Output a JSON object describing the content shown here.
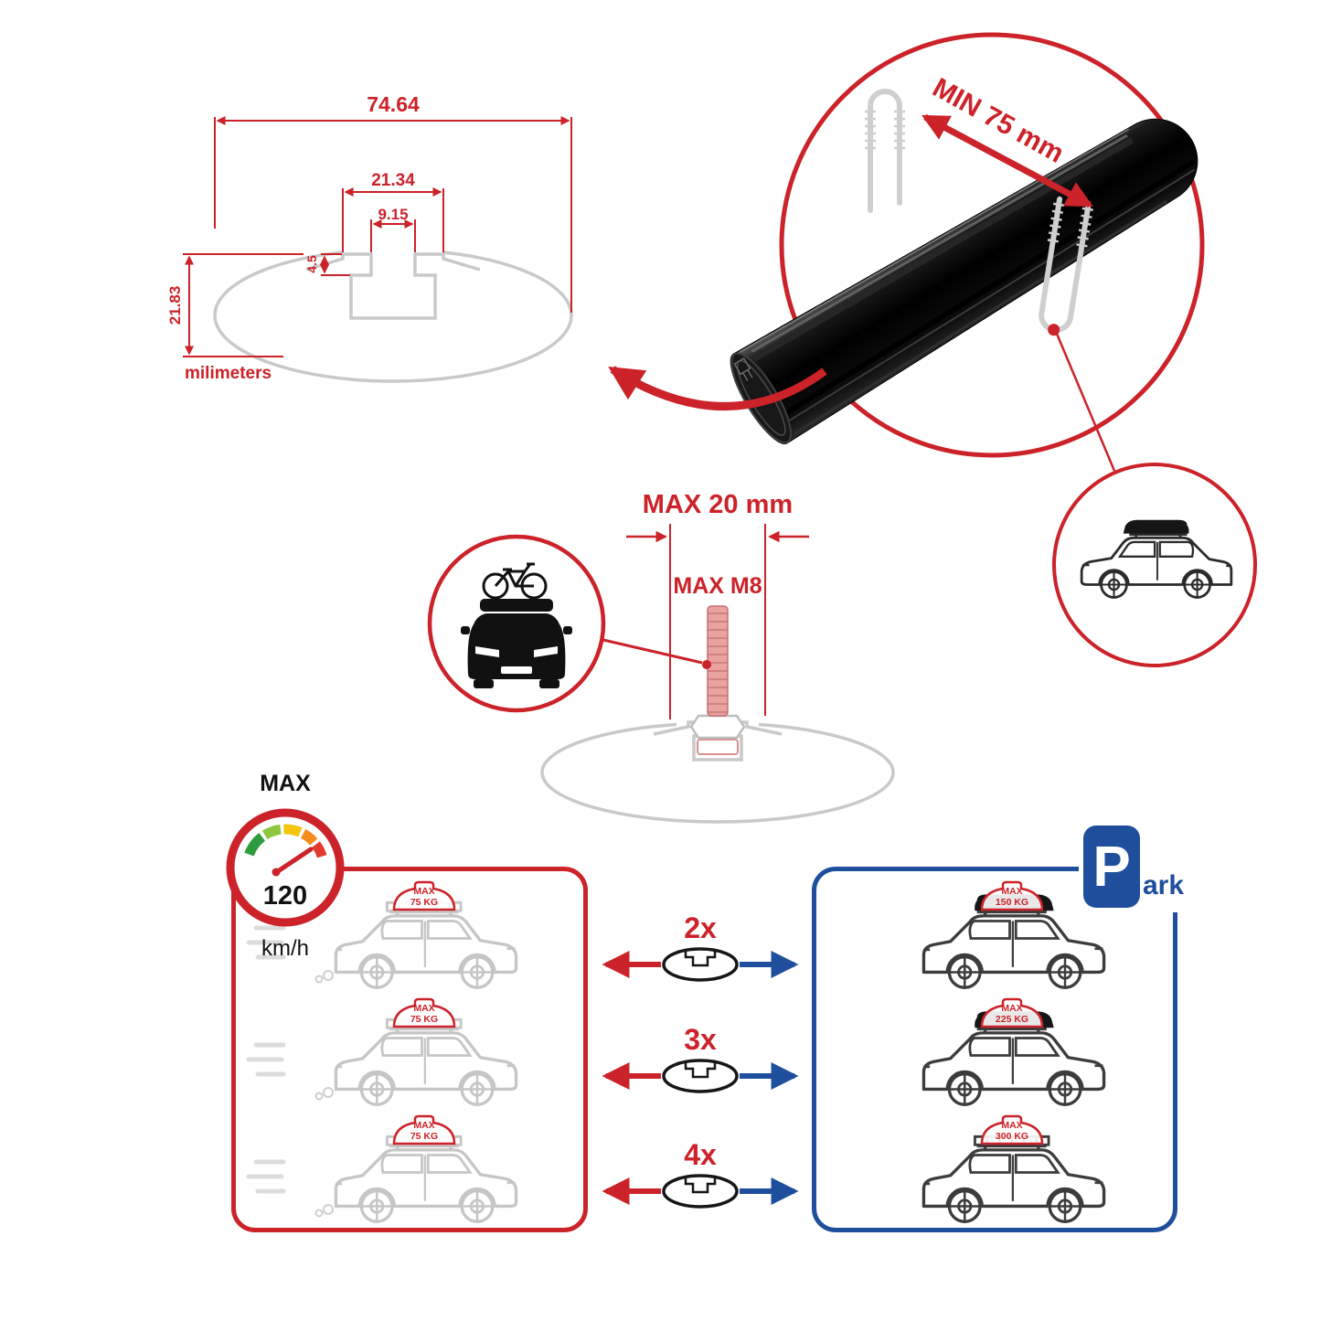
{
  "colors": {
    "red": "#cc2229",
    "blue": "#1f4e9c",
    "gray": "#c9c9c9",
    "dark": "#111111"
  },
  "dimensions": {
    "total_width": "74.64",
    "channel_width": "21.34",
    "slot_width": "9.15",
    "lip_depth": "4.5",
    "total_height": "21.83",
    "units": "milimeters"
  },
  "clamp": {
    "min_label": "MIN 75 mm"
  },
  "bolt": {
    "length_label": "MAX 20 mm",
    "thread_label": "MAX M8"
  },
  "speed": {
    "label": "MAX",
    "value": "120",
    "unit": "km/h"
  },
  "capacity": {
    "multipliers": [
      "2x",
      "3x",
      "4x"
    ],
    "left_cars": [
      {
        "max": "MAX",
        "load": "75 KG"
      },
      {
        "max": "MAX",
        "load": "75 KG"
      },
      {
        "max": "MAX",
        "load": "75 KG"
      }
    ],
    "right_cars": [
      {
        "max": "MAX",
        "load": "150 KG"
      },
      {
        "max": "MAX",
        "load": "225 KG"
      },
      {
        "max": "MAX",
        "load": "300 KG"
      }
    ]
  },
  "park_sign": {
    "p": "P",
    "suffix": "ark"
  }
}
